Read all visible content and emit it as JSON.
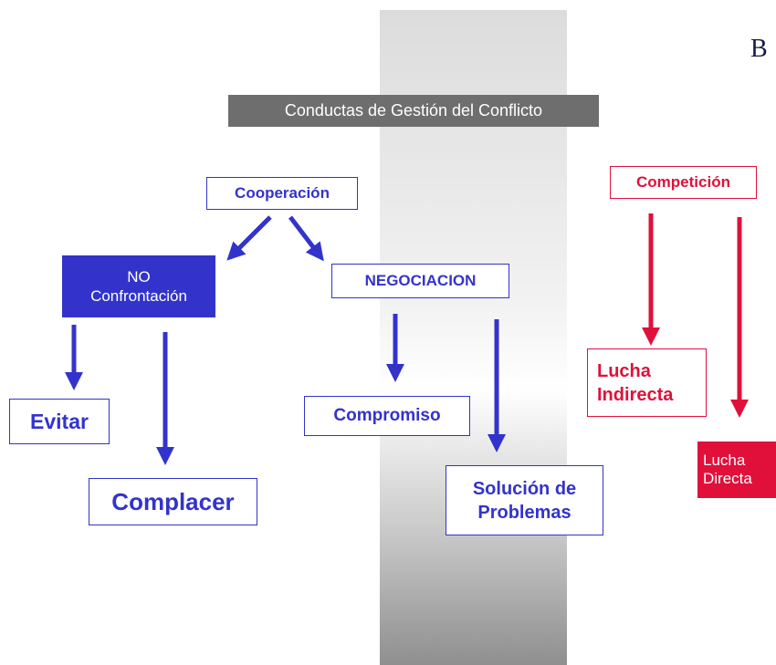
{
  "logo_letter": "B",
  "title": "Conductas de Gestión del Conflicto",
  "nodes": {
    "cooperacion": "Cooperación",
    "no_confrontacion_line1": "NO",
    "no_confrontacion_line2": "Confrontación",
    "negociacion": "NEGOCIACION",
    "evitar": "Evitar",
    "complacer": "Complacer",
    "compromiso": "Compromiso",
    "solucion_line1": "Solución de",
    "solucion_line2": "Problemas",
    "competicion": "Competición",
    "lucha_indirecta_line1": "Lucha",
    "lucha_indirecta_line2": "Indirecta",
    "lucha_directa_line1": "Lucha",
    "lucha_directa_line2": "Directa"
  },
  "colors": {
    "blue": "#3333cc",
    "red": "#e0103a",
    "title_bg": "#6e6e6e"
  }
}
